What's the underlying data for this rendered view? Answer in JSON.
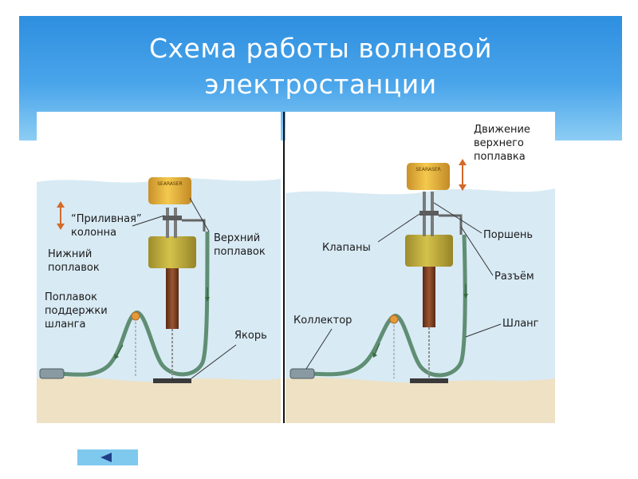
{
  "slide": {
    "title_line1": "Схема работы волновой",
    "title_line2": "электростанции"
  },
  "buoy_brand": "SEARASER",
  "left_panel": {
    "label_column_1": "“Приливная”",
    "label_column_2": "колонна",
    "label_lower_float_1": "Нижний",
    "label_lower_float_2": "поплавок",
    "label_hose_float_1": "Поплавок",
    "label_hose_float_2": "поддержки",
    "label_hose_float_3": "шланга",
    "label_upper_float_1": "Верхний",
    "label_upper_float_2": "поплавок",
    "label_anchor": "Якорь"
  },
  "right_panel": {
    "label_motion_1": "Движение",
    "label_motion_2": "верхнего",
    "label_motion_3": "поплавка",
    "label_valves": "Клапаны",
    "label_piston": "Поршень",
    "label_connector": "Разъём",
    "label_collector": "Коллектор",
    "label_hose": "Шланг"
  },
  "colors": {
    "sea": "#d8eaf4",
    "sand": "#eee1c4",
    "float": "#c8b43c",
    "buoy": "#e3b13a",
    "hose": "#5f8e74",
    "column": "#7a3d24"
  },
  "icons": {
    "nav_back": "left-triangle-icon"
  }
}
